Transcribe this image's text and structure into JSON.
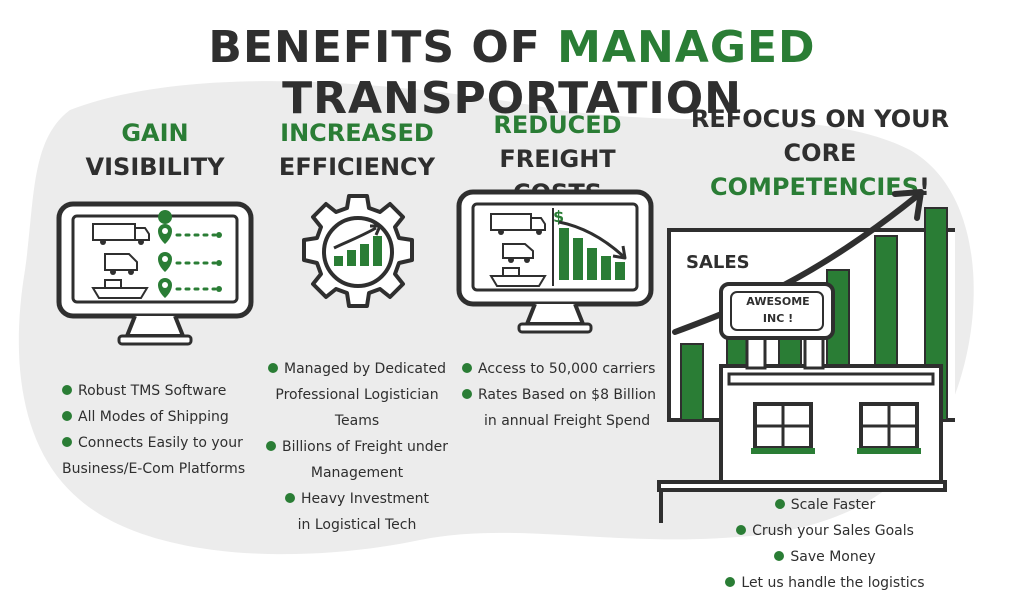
{
  "title": {
    "part1": "BENEFITS OF",
    "highlight": "MANAGED",
    "part2": "TRANSPORTATION"
  },
  "colors": {
    "accent": "#2a7d35",
    "ink": "#2f2f2f",
    "blob": "#ececec"
  },
  "columns": [
    {
      "heading_green": "GAIN",
      "heading_dark": "VISIBILITY",
      "icon": "monitor-tracking-icon",
      "bullets": [
        {
          "line1": "Robust TMS Software"
        },
        {
          "line1": "All Modes of Shipping"
        },
        {
          "line1": "Connects Easily to your",
          "line2": "Business/E-Com Platforms"
        }
      ]
    },
    {
      "heading_green": "INCREASED",
      "heading_dark": "EFFICIENCY",
      "icon": "gear-growth-icon",
      "bullets": [
        {
          "line1": "Managed by Dedicated",
          "line2": "Professional Logistician",
          "line3": "Teams"
        },
        {
          "line1": "Billions of Freight under",
          "line2": "Management"
        },
        {
          "line1": "Heavy Investment",
          "line2": "in Logistical Tech"
        }
      ]
    },
    {
      "heading_green": "REDUCED",
      "heading_dark": "FREIGHT COSTS",
      "icon": "monitor-costs-icon",
      "bullets": [
        {
          "line1": "Access to 50,000 carriers"
        },
        {
          "line1": "Rates Based on $8 Billion",
          "line2": "in annual Freight Spend"
        }
      ]
    },
    {
      "heading_dark1": "REFOCUS ON YOUR",
      "heading_dark2": "CORE",
      "heading_green": "COMPETENCIES",
      "heading_end": "!",
      "icon": "sales-building-icon",
      "sales_label": "SALES",
      "sign_line1": "AWESOME",
      "sign_line2": "INC !",
      "bullets": [
        {
          "line1": "Scale Faster"
        },
        {
          "line1": "Crush your Sales Goals"
        },
        {
          "line1": "Save Money"
        },
        {
          "line1": "Let us handle the logistics"
        }
      ]
    }
  ]
}
